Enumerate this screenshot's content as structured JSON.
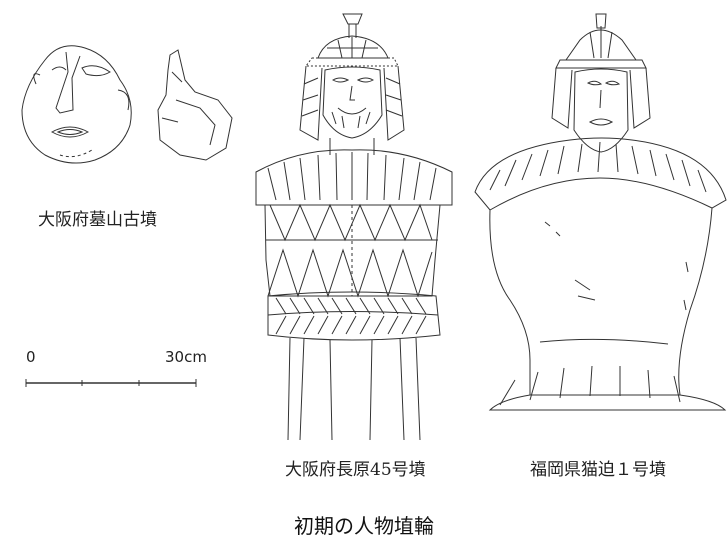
{
  "captions": {
    "left": "大阪府墓山古墳",
    "middle": "大阪府長原45号墳",
    "right": "福岡県猫迫１号墳"
  },
  "scale": {
    "start": "0",
    "end": "30cm"
  },
  "title": "初期の人物埴輪"
}
